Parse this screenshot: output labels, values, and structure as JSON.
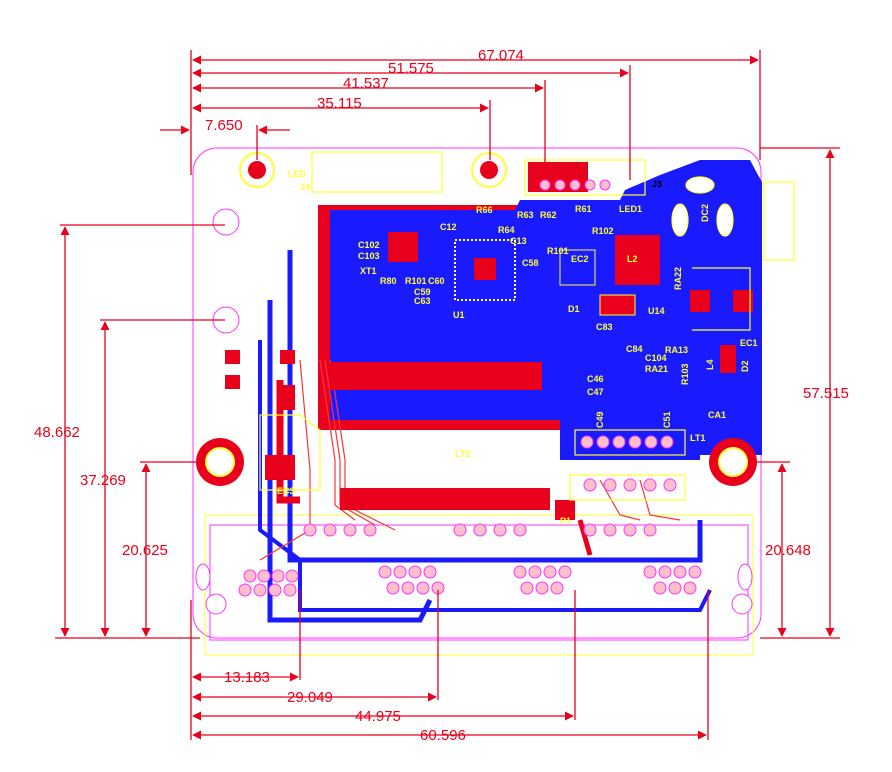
{
  "colors": {
    "dimension": "#e8001c",
    "outline": "#ff33ff",
    "copper_top": "#e8001c",
    "copper_bottom": "#1a1aff",
    "silkscreen": "#ffff33"
  },
  "dimensions": {
    "d67074": "67.074",
    "d51575": "51.575",
    "d41537": "41.537",
    "d35115": "35.115",
    "d7650": "7.650",
    "d48662": "48.662",
    "d37269": "37.269",
    "d20625": "20.625",
    "d57515": "57.515",
    "d20648": "20.648",
    "d13183": "13.183",
    "d29049": "29.049",
    "d44975": "44.975",
    "d60596": "60.596"
  },
  "labels": {
    "j3": "J3",
    "dc2": "DC2",
    "led1": "LED1",
    "r61": "R61",
    "r102": "R102",
    "r63": "R63",
    "r62": "R62",
    "r64": "R64",
    "r66": "R66",
    "c12": "C12",
    "c13": "C13",
    "c102": "C102",
    "c103": "C103",
    "xt1": "XT1",
    "r80": "R80",
    "r101": "R101",
    "r101b": "R101",
    "c60": "C60",
    "c59": "C59",
    "c63": "C63",
    "c58": "C58",
    "u1": "U1",
    "ec2": "EC2",
    "l2": "L2",
    "ra22": "RA22",
    "d1": "D1",
    "u14": "U14",
    "c83": "C83",
    "c84": "C84",
    "c104": "C104",
    "ra13": "RA13",
    "ra21": "RA21",
    "r103": "R103",
    "l4": "L4",
    "d2": "D2",
    "ec1": "EC1",
    "c46": "C46",
    "c47": "C47",
    "c49": "C49",
    "c51": "C51",
    "ca1": "CA1",
    "lt1": "LT1",
    "lt2": "LT2",
    "ec3": "EC3",
    "led": "LED",
    "j4": "J4",
    "p1": "P1"
  }
}
